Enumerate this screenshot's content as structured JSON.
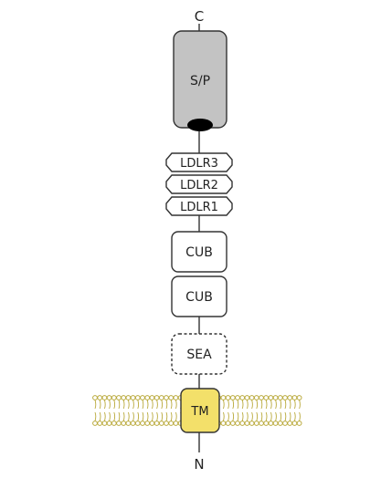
{
  "terminals": {
    "top": "C",
    "bottom": "N"
  },
  "domains": {
    "serine_protease": "S/P",
    "ldlr3": "LDLR3",
    "ldlr2": "LDLR2",
    "ldlr1": "LDLR1",
    "cub_upper": "CUB",
    "cub_lower": "CUB",
    "sea": "SEA",
    "transmembrane": "TM"
  },
  "colors": {
    "serine_protease_fill": "#c3c3c3",
    "transmembrane_fill": "#f3e06a",
    "membrane_lipid": "#b9a93a",
    "activation_site": "#000000",
    "outline": "#333333"
  }
}
